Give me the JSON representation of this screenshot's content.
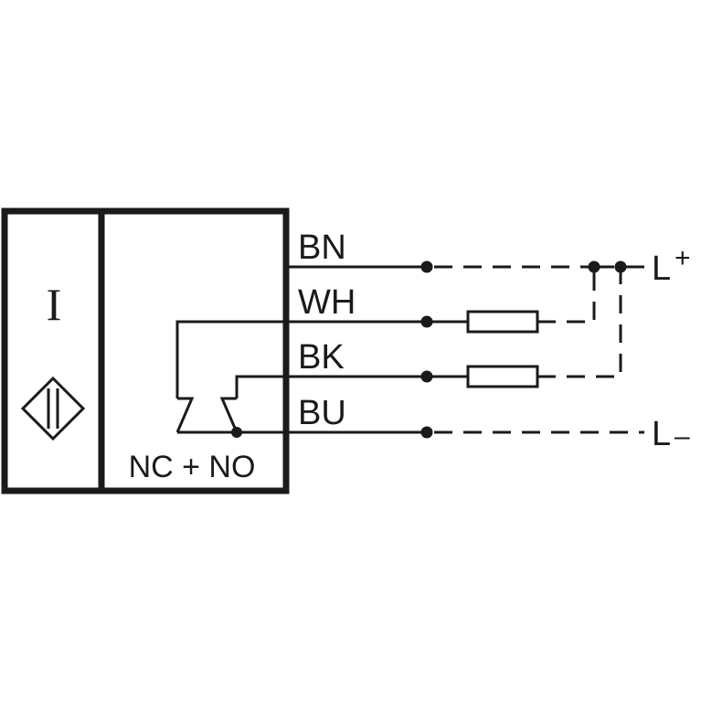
{
  "sensor": {
    "type_symbol": "I",
    "output_label": "NC + NO",
    "symbol_icon": "inductive-sensor-diamond-icon"
  },
  "wires": [
    {
      "id": "bn",
      "label": "BN"
    },
    {
      "id": "wh",
      "label": "WH"
    },
    {
      "id": "bk",
      "label": "BK"
    },
    {
      "id": "bu",
      "label": "BU"
    }
  ],
  "supply": {
    "positive": {
      "letter": "L",
      "sign": "+"
    },
    "negative": {
      "letter": "L",
      "sign": "–"
    }
  },
  "colors": {
    "line": "#1a1a1a",
    "background": "#ffffff"
  }
}
